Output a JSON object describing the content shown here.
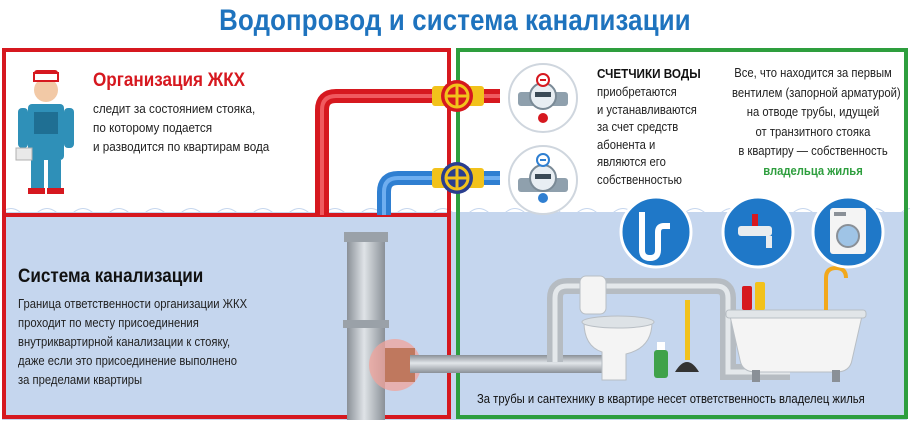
{
  "title": "Водопровод и система канализации",
  "colors": {
    "red_border": "#d6181f",
    "green_border": "#2e9e3e",
    "water_blue": "#c5d6ee",
    "title_blue": "#1e73be",
    "pipe_red": "#d6181f",
    "pipe_blue": "#2f7fd1",
    "valve_yellow": "#f2c21b"
  },
  "org": {
    "title": "Организация ЖКХ",
    "text_lines": [
      "следит за состоянием стояка,",
      "по которому подается",
      "и разводится по квартирам вода"
    ],
    "icon": "plumber-icon"
  },
  "sewer": {
    "title": "Система канализации",
    "text_lines": [
      "Граница ответственности организации ЖКХ",
      "проходит по месту присоединения",
      "внутриквартирной канализации к стояку,",
      "даже если это присоединение выполнено",
      "за пределами квартиры"
    ]
  },
  "meters": {
    "title": "СЧЕТЧИКИ ВОДЫ",
    "text_lines": [
      "приобретаются",
      "и устанавливаются",
      "за счет средств",
      "абонента и",
      "являются его",
      "собственностью"
    ],
    "icons": [
      "hot-water-meter-icon",
      "cold-water-meter-icon"
    ]
  },
  "owner": {
    "text_lines": [
      "Все, что находится за первым",
      "вентилем (запорной арматурой)",
      "на отводе трубы, идущей",
      "от транзитного стояка",
      "в квартиру — собственность"
    ],
    "highlight": "владельца жилья",
    "icons": [
      "pipes-icon",
      "faucet-icon",
      "washing-machine-icon"
    ]
  },
  "bottom_note": "За трубы и сантехнику в квартире несет ответственность владелец жилья"
}
